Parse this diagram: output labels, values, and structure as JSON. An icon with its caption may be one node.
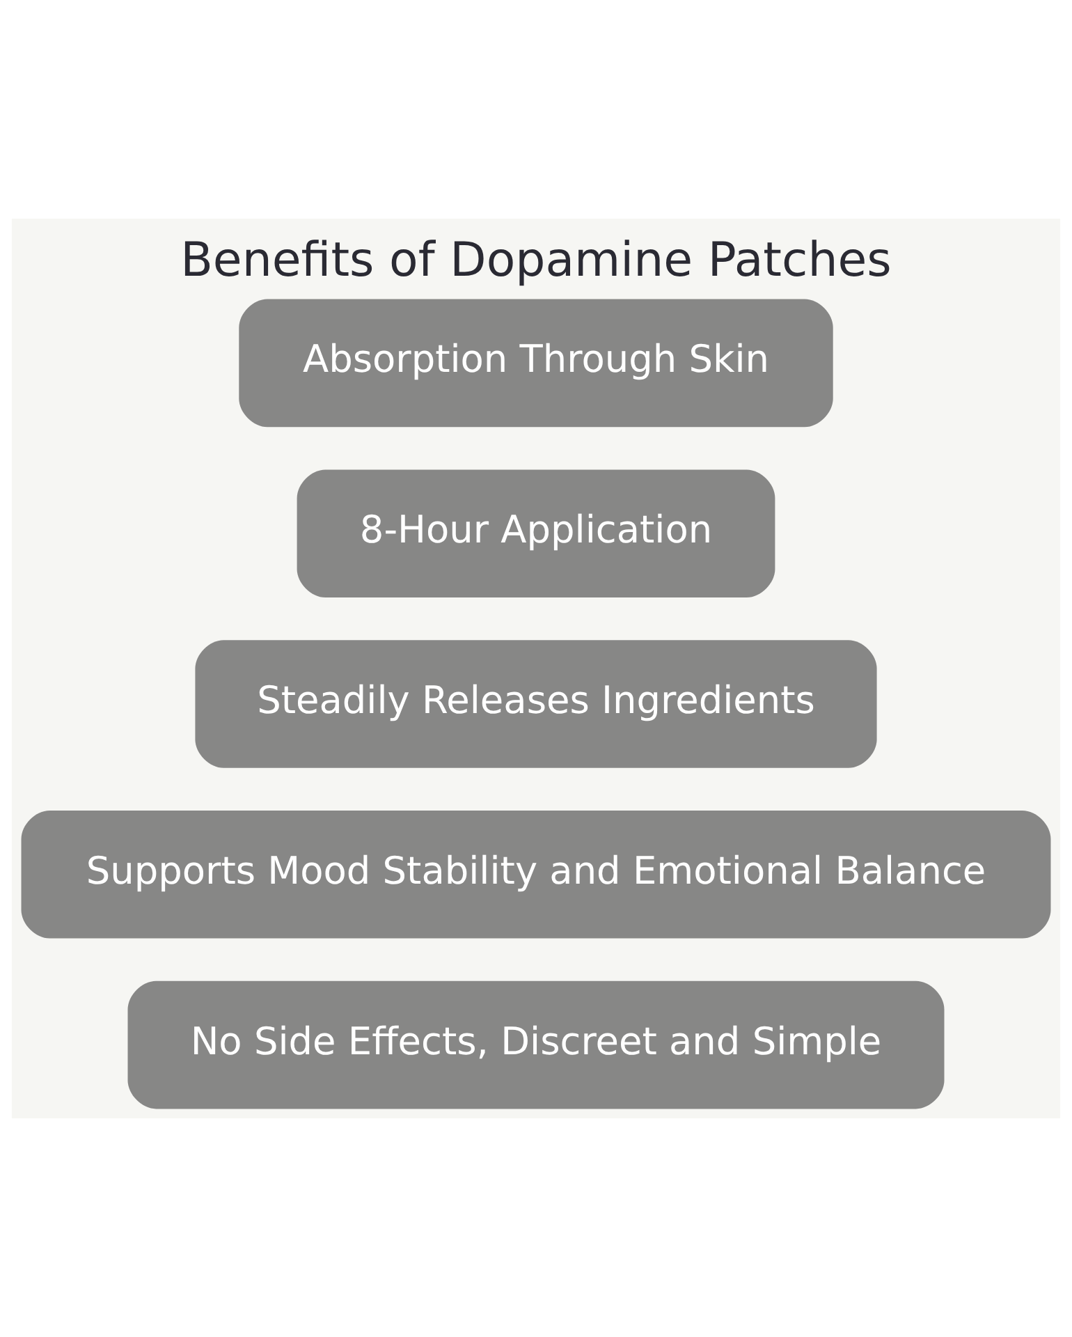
{
  "diagram": {
    "title": "Benefits of Dopamine Patches",
    "nodes": [
      {
        "text": [
          "Absorption Through Skin"
        ]
      },
      {
        "text": [
          "8-Hour Application"
        ]
      },
      {
        "text": [
          "Steadily Releases Ingredients"
        ]
      },
      {
        "text": [
          "Supports Mood Stability and Emotional Balance"
        ]
      },
      {
        "text": [
          "No Side Effects, Discreet and Simple"
        ]
      }
    ]
  }
}
